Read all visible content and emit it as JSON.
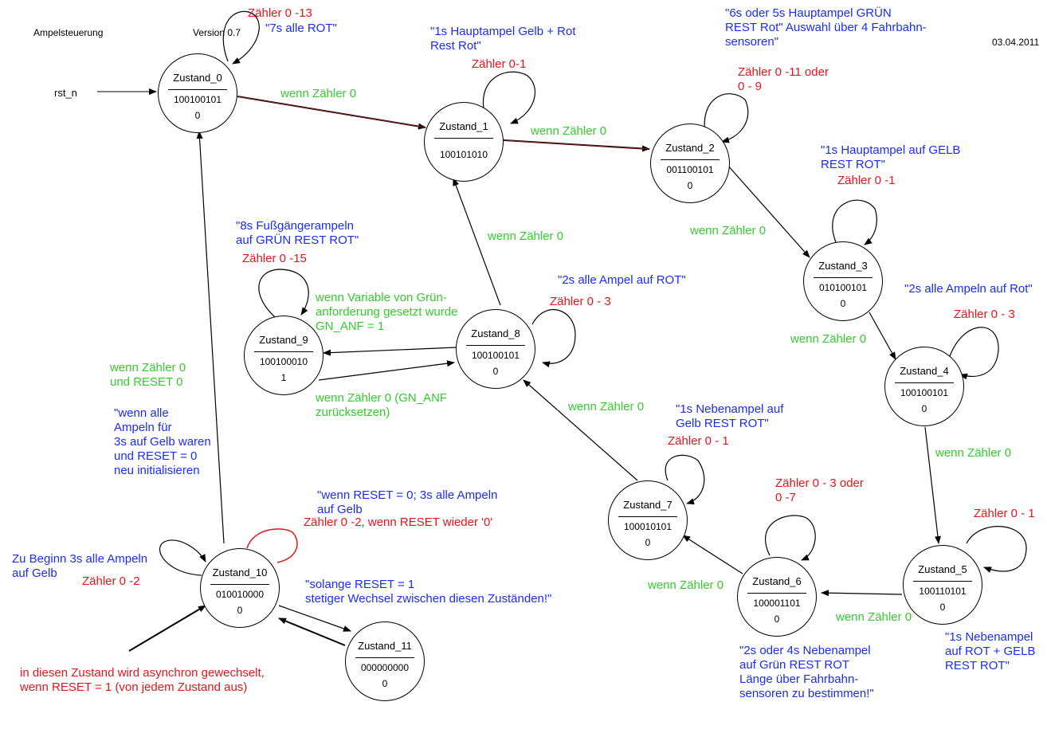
{
  "header": {
    "title": "Ampelsteuerung",
    "version": "Version 0.7",
    "date": "03.04.2011",
    "reset_signal": "rst_n"
  },
  "colors": {
    "comment": "#1a2cff",
    "counter": "#e8141c",
    "condition": "#33cc2e"
  },
  "states": [
    {
      "name": "Zustand_0",
      "code": "100100101",
      "out": "0"
    },
    {
      "name": "Zustand_1",
      "code": "100101010",
      "out": ""
    },
    {
      "name": "Zustand_2",
      "code": "001100101",
      "out": "0"
    },
    {
      "name": "Zustand_3",
      "code": "010100101",
      "out": "0"
    },
    {
      "name": "Zustand_4",
      "code": "100100101",
      "out": "0"
    },
    {
      "name": "Zustand_5",
      "code": "100110101",
      "out": "0"
    },
    {
      "name": "Zustand_6",
      "code": "100001101",
      "out": "0"
    },
    {
      "name": "Zustand_7",
      "code": "100010101",
      "out": "0"
    },
    {
      "name": "Zustand_8",
      "code": "100100101",
      "out": "0"
    },
    {
      "name": "Zustand_9",
      "code": "100100010",
      "out": "1"
    },
    {
      "name": "Zustand_10",
      "code": "010010000",
      "out": "0"
    },
    {
      "name": "Zustand_11",
      "code": "000000000",
      "out": "0"
    }
  ],
  "labels": {
    "c0": "\"7s alle ROT\"",
    "z0": "Zähler 0 -13",
    "c1": "\"1s Hauptampel Gelb + Rot\nRest Rot\"",
    "z1": "Zähler 0-1",
    "c2": "\"6s oder 5s Hauptampel GRÜN\nREST Rot\" Auswahl über 4 Fahrbahn-\nsensoren\"",
    "z2": "Zähler 0 -11 oder\n0 - 9",
    "c3": "\"1s Hauptampel auf GELB\nREST ROT\"",
    "z3": "Zähler 0 -1",
    "c4": "\"2s alle Ampeln auf Rot\"",
    "z4": "Zähler 0 - 3",
    "z5": "Zähler 0 - 1",
    "c5": "\"1s Nebenampel\nauf ROT + GELB\nREST ROT\"",
    "z6": "Zähler 0 - 3 oder\n0 -7",
    "c6": "\"2s oder 4s Nebenampel\nauf Grün REST ROT\nLänge über Fahrbahn-\nsensoren zu bestimmen!\"",
    "c7": "\"1s Nebenampel auf\nGelb REST ROT\"",
    "z7": "Zähler 0 - 1",
    "c8": "\"2s alle Ampel auf ROT\"",
    "z8": "Zähler 0 - 3",
    "c9": "\"8s Fußgängerampeln\nauf GRÜN REST ROT\"",
    "z9": "Zähler 0 -15",
    "g01": "wenn Zähler 0",
    "g12": "wenn Zähler 0",
    "g23": "wenn Zähler 0",
    "g34": "wenn Zähler 0",
    "g45": "wenn Zähler 0",
    "g56": "wenn Zähler 0",
    "g67": "wenn Zähler 0",
    "g78": "wenn Zähler 0",
    "g81": "wenn Zähler 0",
    "g89": "wenn Variable von Grün-\nanforderung gesetzt wurde\nGN_ANF = 1",
    "g98": "wenn Zähler 0 (GN_ANF\nzurücksetzen)",
    "g100": "wenn Zähler 0\nund RESET 0",
    "c100": "\"wenn alle\nAmpeln für\n3s auf Gelb waren\nund RESET = 0\nneu initialisieren",
    "c10a": "\"wenn RESET = 0; 3s alle Ampeln\nauf Gelb",
    "z10a": "Zähler 0 -2, wenn RESET wieder '0'",
    "c10b": "Zu Beginn 3s alle Ampeln\nauf Gelb",
    "z10b": "Zähler 0 -2",
    "c1011": "\"solange RESET = 1\nstetiger Wechsel zwischen diesen Zuständen!\"",
    "async": "in diesen Zustand wird asynchron gewechselt,\nwenn RESET = 1 (von jedem Zustand aus)"
  }
}
